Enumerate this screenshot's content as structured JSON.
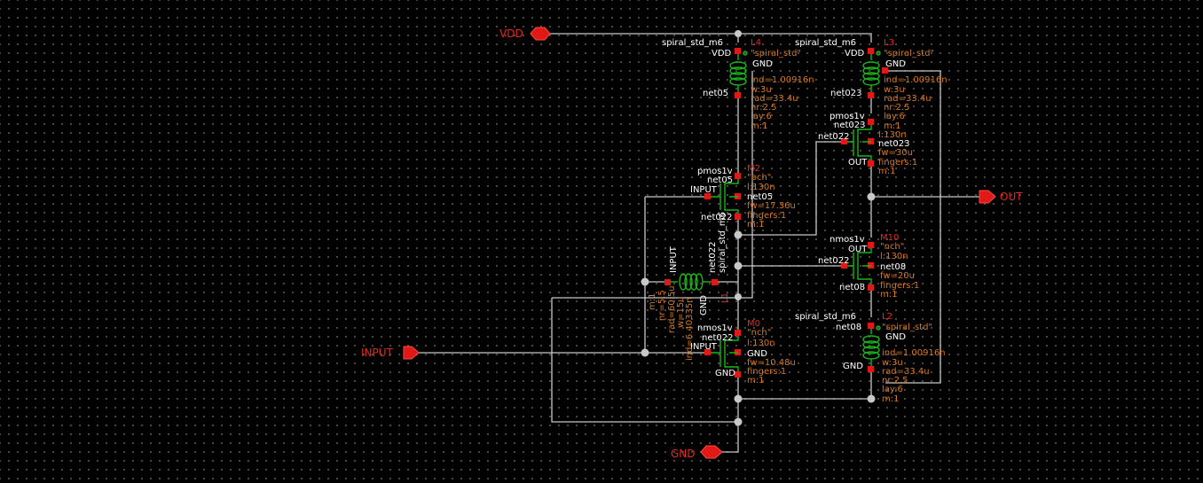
{
  "ports": {
    "vdd": "VDD",
    "gnd": "GND",
    "out": "OUT",
    "input": "INPUT"
  },
  "l4": {
    "model": "spiral_std_m6",
    "name": "L4",
    "cell": "\"spiral_std\"",
    "t1": "VDD",
    "t2": "GND",
    "net": "net05",
    "params": [
      "ind=1.00916n",
      "w:3u",
      "rad=33.4u",
      "nr:2.5",
      "lay:6",
      "m:1"
    ]
  },
  "l3": {
    "model": "spiral_std_m6",
    "name": "L3",
    "cell": "\"spiral_std\"",
    "t1": "VDD",
    "t2": "GND",
    "net": "net023",
    "params": [
      "ind=1.00916n",
      "w:3u",
      "rad=33.4u",
      "nr:2.5",
      "lay:6",
      "m:1"
    ]
  },
  "m2": {
    "model": "pmos1v",
    "name": "M2",
    "cell": "\"pch\"",
    "drain": "net05",
    "gate": "INPUT",
    "source": "net022",
    "params": [
      "l:130n",
      "net05",
      "fw=17.36u",
      "fingers:1",
      "m:1"
    ]
  },
  "m_top": {
    "model": "pmos1v",
    "drain": "net023",
    "gate": "net022",
    "source": "OUT",
    "params": [
      "l:130n",
      "net023",
      "fw=30u",
      "fingers:1",
      "m:1"
    ]
  },
  "m10": {
    "model": "nmos1v",
    "name": "M10",
    "cell": "\"nch\"",
    "drain": "OUT",
    "gate": "net022",
    "source": "net08",
    "params": [
      "l:130n",
      "net08",
      "fw=20u",
      "fingers:1",
      "m:1"
    ]
  },
  "l2": {
    "model": "spiral_std_m6",
    "name": "L2",
    "cell": "\"spiral_std\"",
    "t1": "net08",
    "t2": "GND",
    "t3": "GND",
    "params": [
      "ind=1.00916n",
      "w:3u",
      "rad=33.4u",
      "nr:2.5",
      "lay:6",
      "m:1"
    ]
  },
  "m0": {
    "model": "nmos1v",
    "name": "M0",
    "cell": "\"nch\"",
    "drain": "net022",
    "gate": "INPUT",
    "source": "GND",
    "params": [
      "l:130n",
      "GND",
      "fw=10.48u",
      "fingers:1",
      "m:1"
    ]
  },
  "l1": {
    "name": "L1",
    "left": "INPUT",
    "right": "net022",
    "model": "spiral_std_m6",
    "gnd": "GND",
    "params": [
      "ind=6.40335n",
      "w=15u",
      "rad=60.5u",
      "nr=5.5",
      "m:1"
    ]
  }
}
